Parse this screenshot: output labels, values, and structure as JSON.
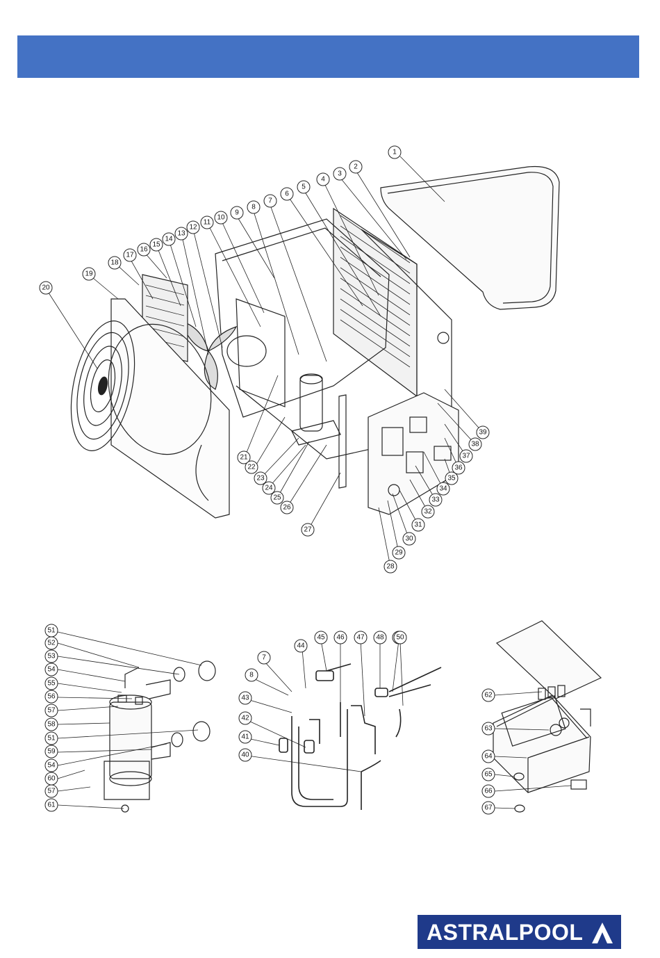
{
  "header": {
    "title": ""
  },
  "diagram": {
    "main_callouts": [
      "1",
      "2",
      "3",
      "4",
      "5",
      "6",
      "7",
      "8",
      "9",
      "10",
      "11",
      "12",
      "13",
      "14",
      "15",
      "16",
      "17",
      "18",
      "19",
      "20",
      "21",
      "22",
      "23",
      "24",
      "25",
      "26",
      "27",
      "28",
      "29",
      "30",
      "31",
      "32",
      "33",
      "34",
      "35",
      "36",
      "37",
      "38",
      "39"
    ],
    "heat_exchanger_callouts": [
      "51",
      "52",
      "53",
      "54",
      "55",
      "56",
      "57",
      "58",
      "51",
      "59",
      "54",
      "60",
      "57",
      "61"
    ],
    "refrigerant_callouts": [
      "44",
      "45",
      "46",
      "47",
      "48",
      "49",
      "50",
      "7",
      "8",
      "43",
      "42",
      "41",
      "40"
    ],
    "control_box_callouts": [
      "62",
      "63",
      "64",
      "65",
      "66",
      "67"
    ]
  },
  "brand": {
    "name": "ASTRALPOOL",
    "mark": "®"
  }
}
